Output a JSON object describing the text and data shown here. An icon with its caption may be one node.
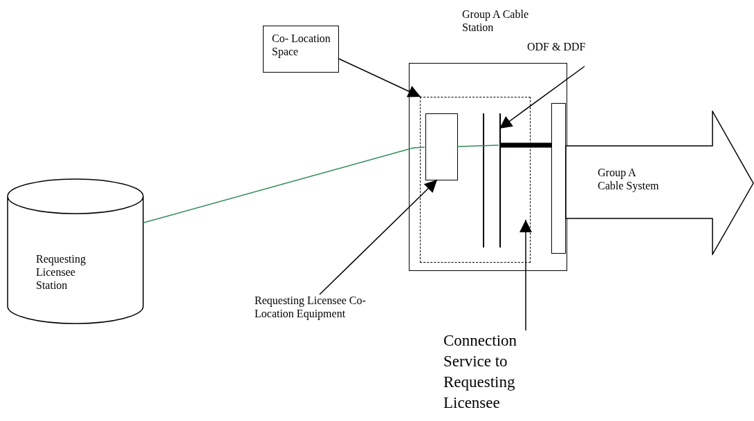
{
  "diagram": {
    "nodes": [
      {
        "text": [
          "Group A Cable Station"
        ]
      },
      {
        "text": [],
        "shape": "box",
        "in": 0
      },
      {
        "text": [],
        "shape": "box",
        "in": 1
      },
      {
        "text": [],
        "shape": "bar",
        "in": 1
      },
      {
        "text": [],
        "shape": "bar",
        "in": 1
      },
      {
        "text": [],
        "shape": "bar",
        "in": 0
      },
      {
        "text": [
          "Group A Cable System"
        ]
      },
      {
        "text": [
          "Requesting Licensee Station"
        ]
      },
      {
        "text": [
          "Co- Location Space"
        ]
      },
      {
        "text": [
          "ODF & DDF"
        ]
      },
      {
        "text": [
          "Requesting Licensee Co-Location Equipment"
        ]
      },
      {
        "text": [
          "Connection Service to Requesting Licensee"
        ]
      }
    ],
    "edges": [
      {
        "from": 8,
        "to": 1,
        "arrow": "to"
      },
      {
        "from": 9,
        "to": 4,
        "arrow": "to"
      },
      {
        "from": 10,
        "to": 2,
        "arrow": "to"
      },
      {
        "from": 11,
        "to": 1,
        "arrow": "to"
      },
      {
        "from": 7,
        "to": 2,
        "arrow": "none",
        "color": "#2e8b57"
      },
      {
        "from": 2,
        "to": 4,
        "arrow": "none",
        "color": "#2e8b57"
      },
      {
        "from": 4,
        "to": 5,
        "arrow": "none",
        "style": "thick"
      }
    ]
  }
}
